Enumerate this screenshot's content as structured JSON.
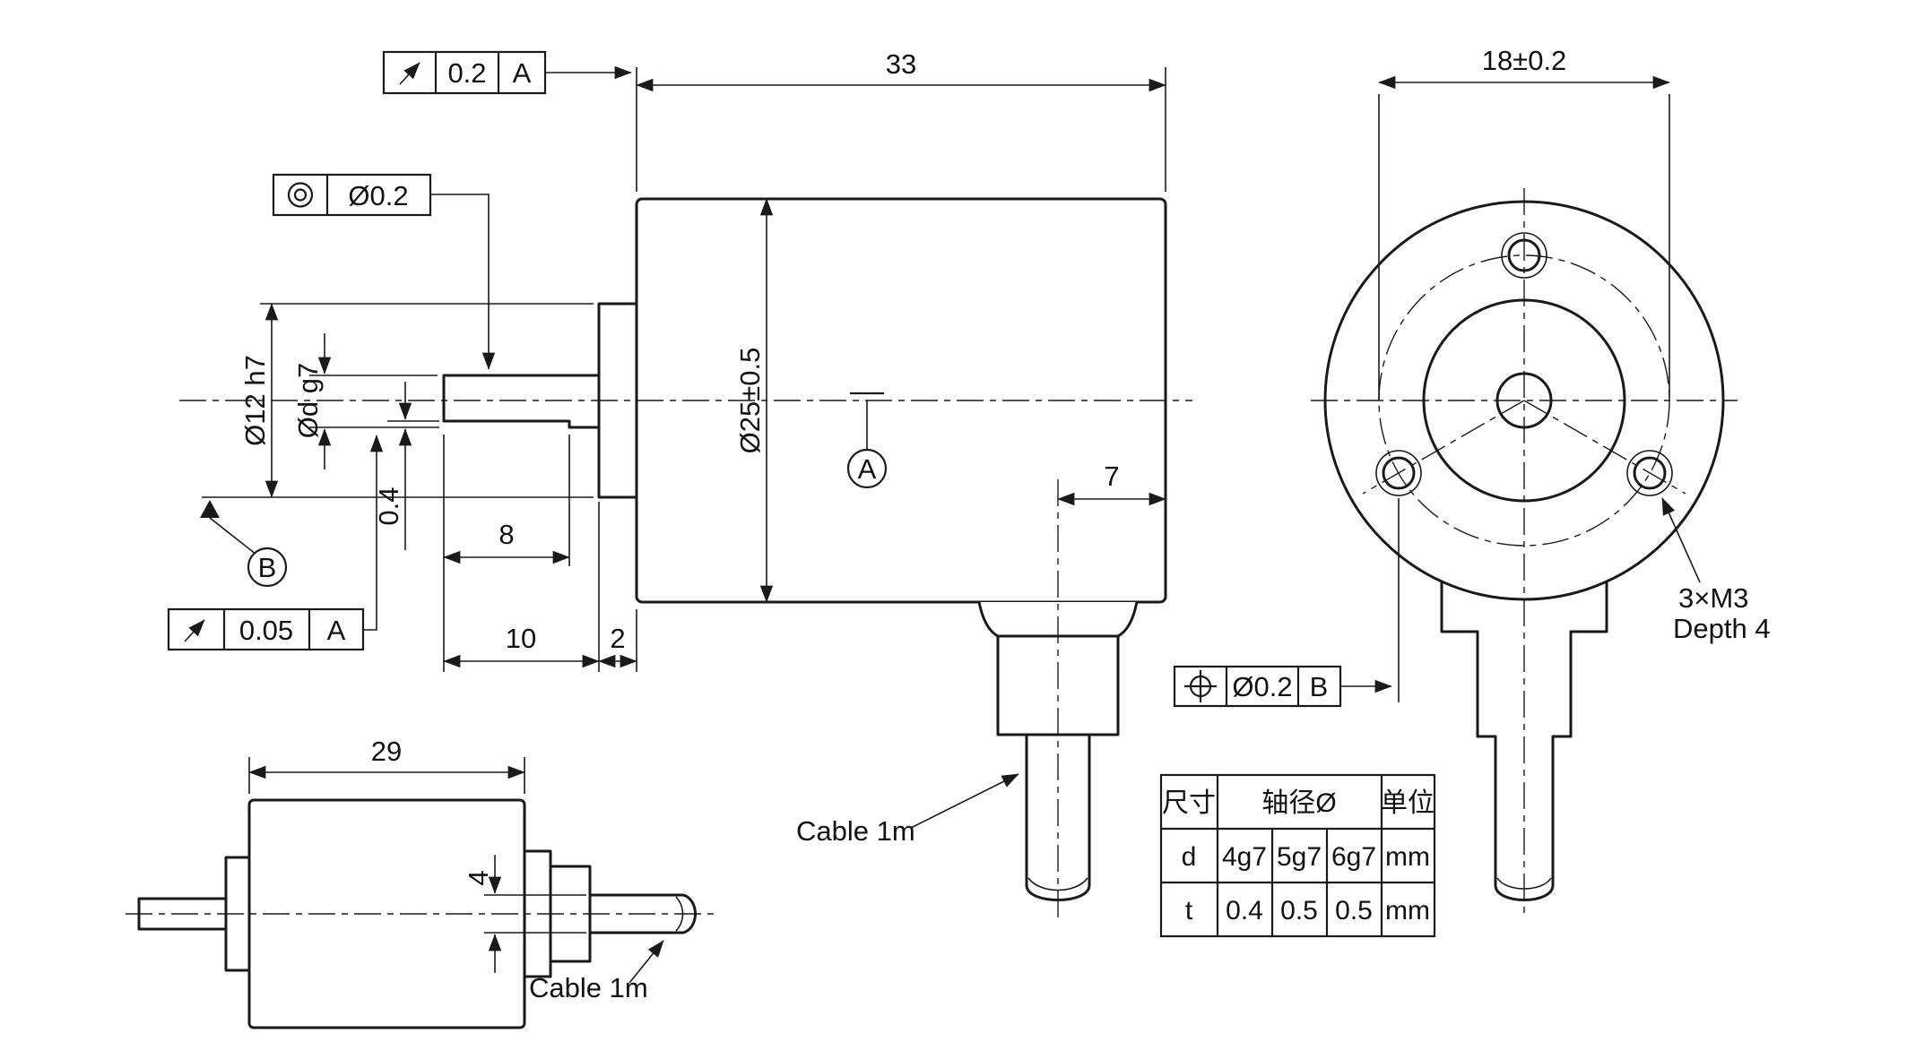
{
  "main_view": {
    "dim_33": "33",
    "dim_dia": "Ø25±0.5",
    "dim_boss": "Ø12 h7",
    "dim_shaft": "Ød g7",
    "dim_flat": "0.4",
    "dim_8": "8",
    "dim_10": "10",
    "dim_2": "2",
    "dim_7": "7",
    "datum_a": "A",
    "datum_b": "B",
    "cable_label": "Cable 1m",
    "fcf_face_runout": {
      "symbol": "circular-runout",
      "value": "0.2",
      "datum": "A"
    },
    "fcf_concentricity": {
      "symbol": "concentricity",
      "value": "Ø0.2"
    },
    "fcf_shaft_runout": {
      "symbol": "circular-runout",
      "value": "0.05",
      "datum": "A"
    }
  },
  "front_view": {
    "dim_18": "18±0.2",
    "holes_note_line1": "3×M3",
    "holes_note_line2": "Depth 4",
    "fcf_position": {
      "symbol": "true-position",
      "value": "Ø0.2",
      "datum": "B"
    }
  },
  "small_view": {
    "dim_29": "29",
    "dim_4": "4",
    "cable_label": "Cable 1m"
  },
  "table": {
    "header": {
      "size": "尺寸",
      "shaft": "轴径Ø",
      "unit": "单位"
    },
    "row_d": {
      "name": "d",
      "v1": "4g7",
      "v2": "5g7",
      "v3": "6g7",
      "unit": "mm"
    },
    "row_t": {
      "name": "t",
      "v1": "0.4",
      "v2": "0.5",
      "v3": "0.5",
      "unit": "mm"
    }
  }
}
